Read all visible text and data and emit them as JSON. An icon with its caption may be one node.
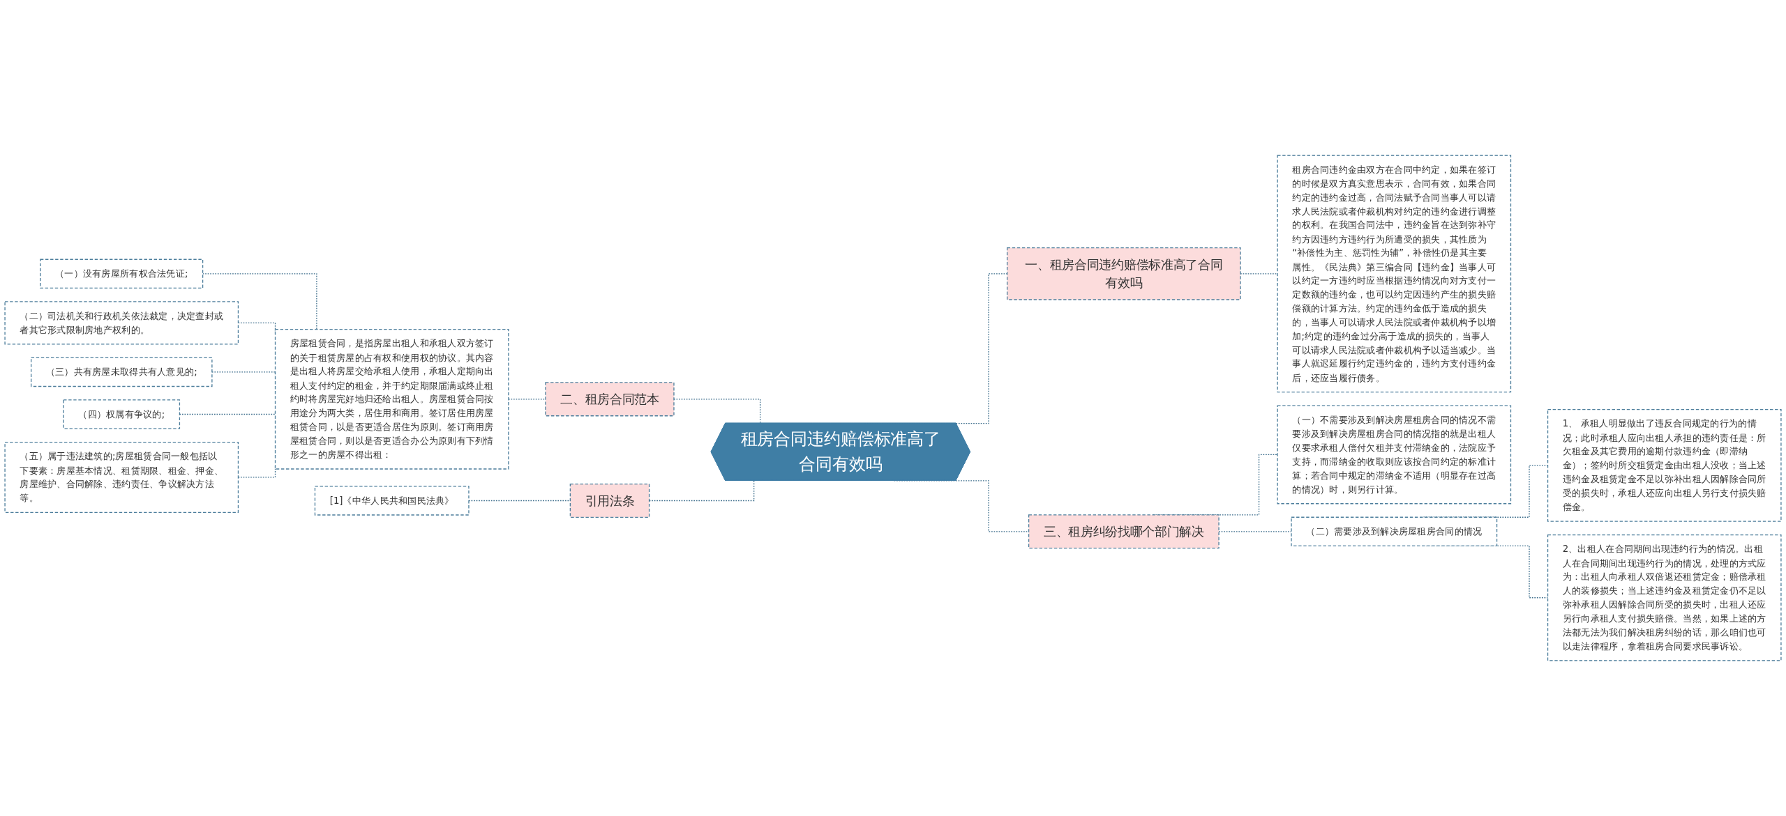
{
  "diagram": {
    "nodes": [
      {
        "text": [
          "租房合同违约赔偿标准高了合同有效吗"
        ]
      },
      {
        "text": [
          "一、租房合同违约赔偿标准高了合同有效吗"
        ]
      },
      {
        "text": [
          "租房合同违约金由双方在合同中约定，如果在签订的时候是双方真实意思表示，合同有效，如果合同约定的违约金过高，合同法赋予合同当事人可以请求人民法院或者仲裁机构对约定的违约金进行调整的权利。在我国合同法中，违约金旨在达到弥补守约方因违约方违约行为所遭受的损失，其性质为 “补偿性为主、惩罚性为辅”，补偿性仍是其主要属性。《民法典》第三编合同【违约金】当事人可以约定一方违约时应当根据违约情况向对方支付一定数额的违约金，也可以约定因违约产生的损失赔偿额的计算方法。约定的违约金低于造成的损失的，当事人可以请求人民法院或者仲裁机构予以增加;约定的违约金过分高于造成的损失的，当事人可以请求人民法院或者仲裁机构予以适当减少。当事人就迟延履行约定违约金的，违约方支付违约金后，还应当履行债务。"
        ]
      },
      {
        "text": [
          "二、租房合同范本"
        ]
      },
      {
        "text": [
          "房屋租赁合同，是指房屋出租人和承租人双方签订的关于租赁房屋的占有权和使用权的协议。其内容是出租人将房屋交给承租人使用，承租人定期向出租人支付约定的租金，并于约定期限届满或终止租约时将房屋完好地归还给出租人。房屋租赁合同按用途分为两大类，居住用和商用。签订居住用房屋租赁合同，以是否更适合居住为原则。签订商用房屋租赁合同，则以是否更适合办公为原则有下列情形之一的房屋不得出租："
        ]
      },
      {
        "text": [
          "（一）没有房屋所有权合法凭证;"
        ]
      },
      {
        "text": [
          "（二）司法机关和行政机关依法裁定，决定查封或者其它形式限制房地产权利的。"
        ]
      },
      {
        "text": [
          "（三）共有房屋未取得共有人意见的;"
        ]
      },
      {
        "text": [
          "（四）权属有争议的;"
        ]
      },
      {
        "text": [
          "（五）属于违法建筑的;房屋租赁合同一般包括以下要素：房屋基本情况、租赁期限、租金、押金、房屋维护、合同解除、违约责任、争议解决方法等。"
        ]
      },
      {
        "text": [
          "三、租房纠纷找哪个部门解决"
        ]
      },
      {
        "text": [
          "（一）不需要涉及到解决房屋租房合同的情况不需要涉及到解决房屋租房合同的情况指的就是出租人仅要求承租人偿付欠租并支付滞纳金的，法院应予支持，而滞纳金的收取则应该按合同约定的标准计算；若合同中规定的滞纳金不适用（明显存在过高的情况）时，则另行计算。"
        ]
      },
      {
        "text": [
          "（二）需要涉及到解决房屋租房合同的情况"
        ]
      },
      {
        "text": [
          "1、 承租人明显做出了违反合同规定的行为的情况；此时承租人应向出租人承担的违约责任是：所欠租金及其它费用的逾期付款违约金（即滞纳金）；签约时所交租赁定金由出租人没收；当上述违约金及租赁定金不足以弥补出租人因解除合同所受的损失时，承租人还应向出租人另行支付损失赔偿金。"
        ]
      },
      {
        "text": [
          "2、出租人在合同期间出现违约行为的情况。出租人在合同期间出现违约行为的情况，处理的方式应为：出租人向承租人双倍返还租赁定金；赔偿承租人的装修损失；当上述违约金及租赁定金仍不足以弥补承租人因解除合同所受的损失时，出租人还应另行向承租人支付损失赔偿。当然，如果上述的方法都无法为我们解决租房纠纷的话，那么咱们也可以走法律程序，拿着租房合同要求民事诉讼。"
        ]
      },
      {
        "text": [
          "引用法条"
        ]
      },
      {
        "text": [
          "[1]《中华人民共和国民法典》"
        ]
      }
    ],
    "edges": [
      {
        "from": 0,
        "to": 1,
        "arrow": "none",
        "style": "dashed"
      },
      {
        "from": 1,
        "to": 2,
        "arrow": "none",
        "style": "dashed"
      },
      {
        "from": 0,
        "to": 3,
        "arrow": "none",
        "style": "dashed"
      },
      {
        "from": 3,
        "to": 4,
        "arrow": "none",
        "style": "dashed"
      },
      {
        "from": 4,
        "to": 5,
        "arrow": "none",
        "style": "dashed"
      },
      {
        "from": 4,
        "to": 6,
        "arrow": "none",
        "style": "dashed"
      },
      {
        "from": 4,
        "to": 7,
        "arrow": "none",
        "style": "dashed"
      },
      {
        "from": 4,
        "to": 8,
        "arrow": "none",
        "style": "dashed"
      },
      {
        "from": 4,
        "to": 9,
        "arrow": "none",
        "style": "dashed"
      },
      {
        "from": 0,
        "to": 10,
        "arrow": "none",
        "style": "dashed"
      },
      {
        "from": 10,
        "to": 11,
        "arrow": "none",
        "style": "dashed"
      },
      {
        "from": 10,
        "to": 12,
        "arrow": "none",
        "style": "dashed"
      },
      {
        "from": 12,
        "to": 13,
        "arrow": "none",
        "style": "dashed"
      },
      {
        "from": 12,
        "to": 14,
        "arrow": "none",
        "style": "dashed"
      },
      {
        "from": 0,
        "to": 15,
        "arrow": "none",
        "style": "dashed"
      },
      {
        "from": 15,
        "to": 16,
        "arrow": "none",
        "style": "dashed"
      }
    ]
  }
}
